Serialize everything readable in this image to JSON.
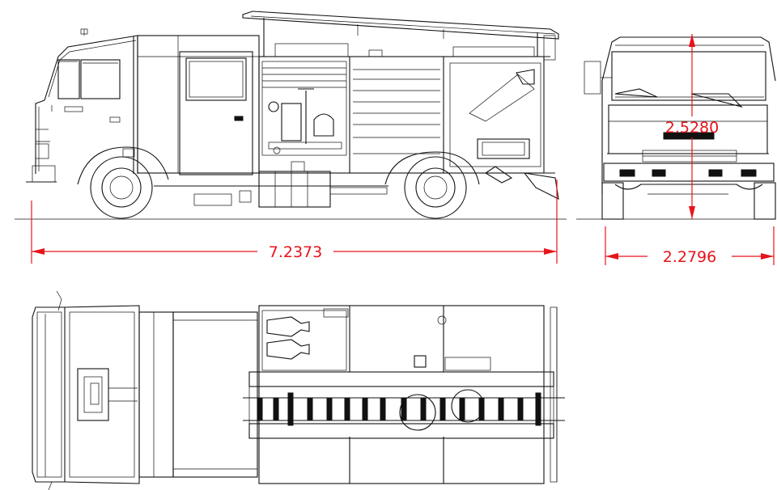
{
  "drawing": {
    "subject": "fire truck",
    "dimension_color": "#e8131b",
    "line_color": "#111111",
    "dimensions": {
      "length": "7.2373",
      "width": "2.2796",
      "height": "2.5280"
    },
    "views": [
      "side",
      "front",
      "top"
    ]
  }
}
